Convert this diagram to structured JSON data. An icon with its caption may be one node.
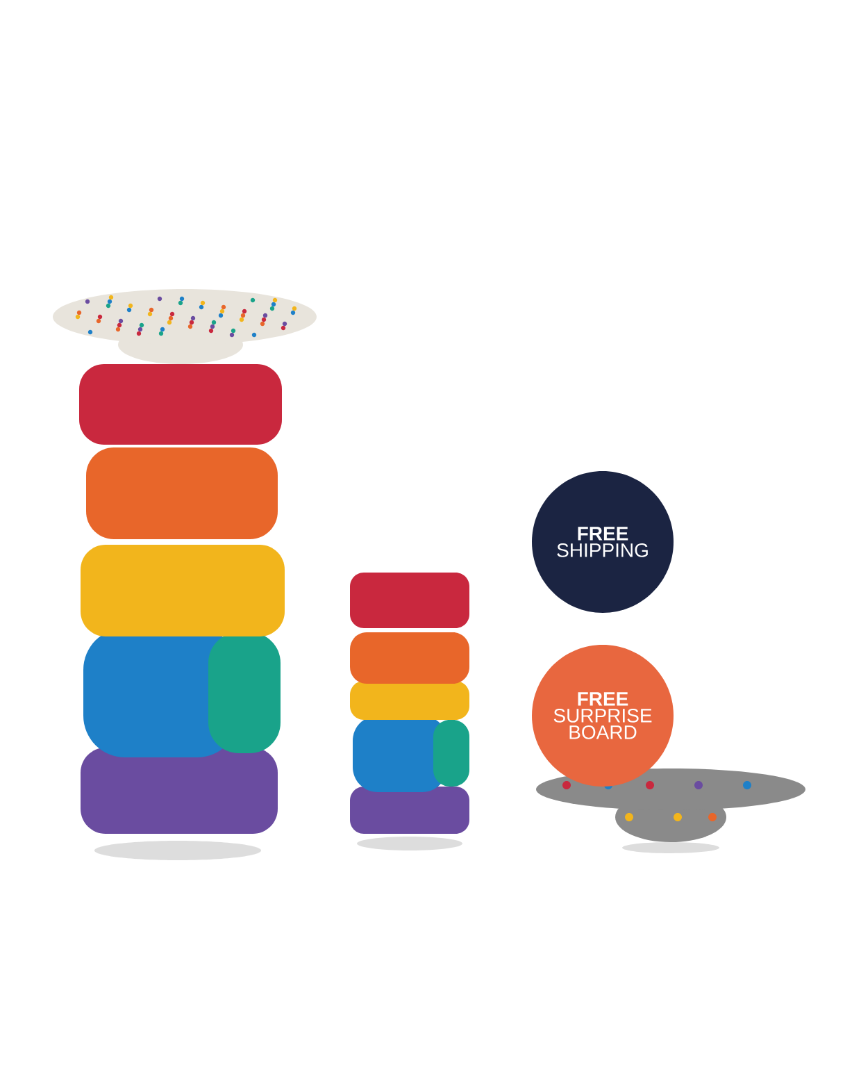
{
  "diagram": {
    "nodes": [
      {
        "text": [
          "FREE",
          "SHIPPING"
        ]
      },
      {
        "text": [
          "FREE",
          "SURPRISE BOARD"
        ]
      }
    ]
  }
}
